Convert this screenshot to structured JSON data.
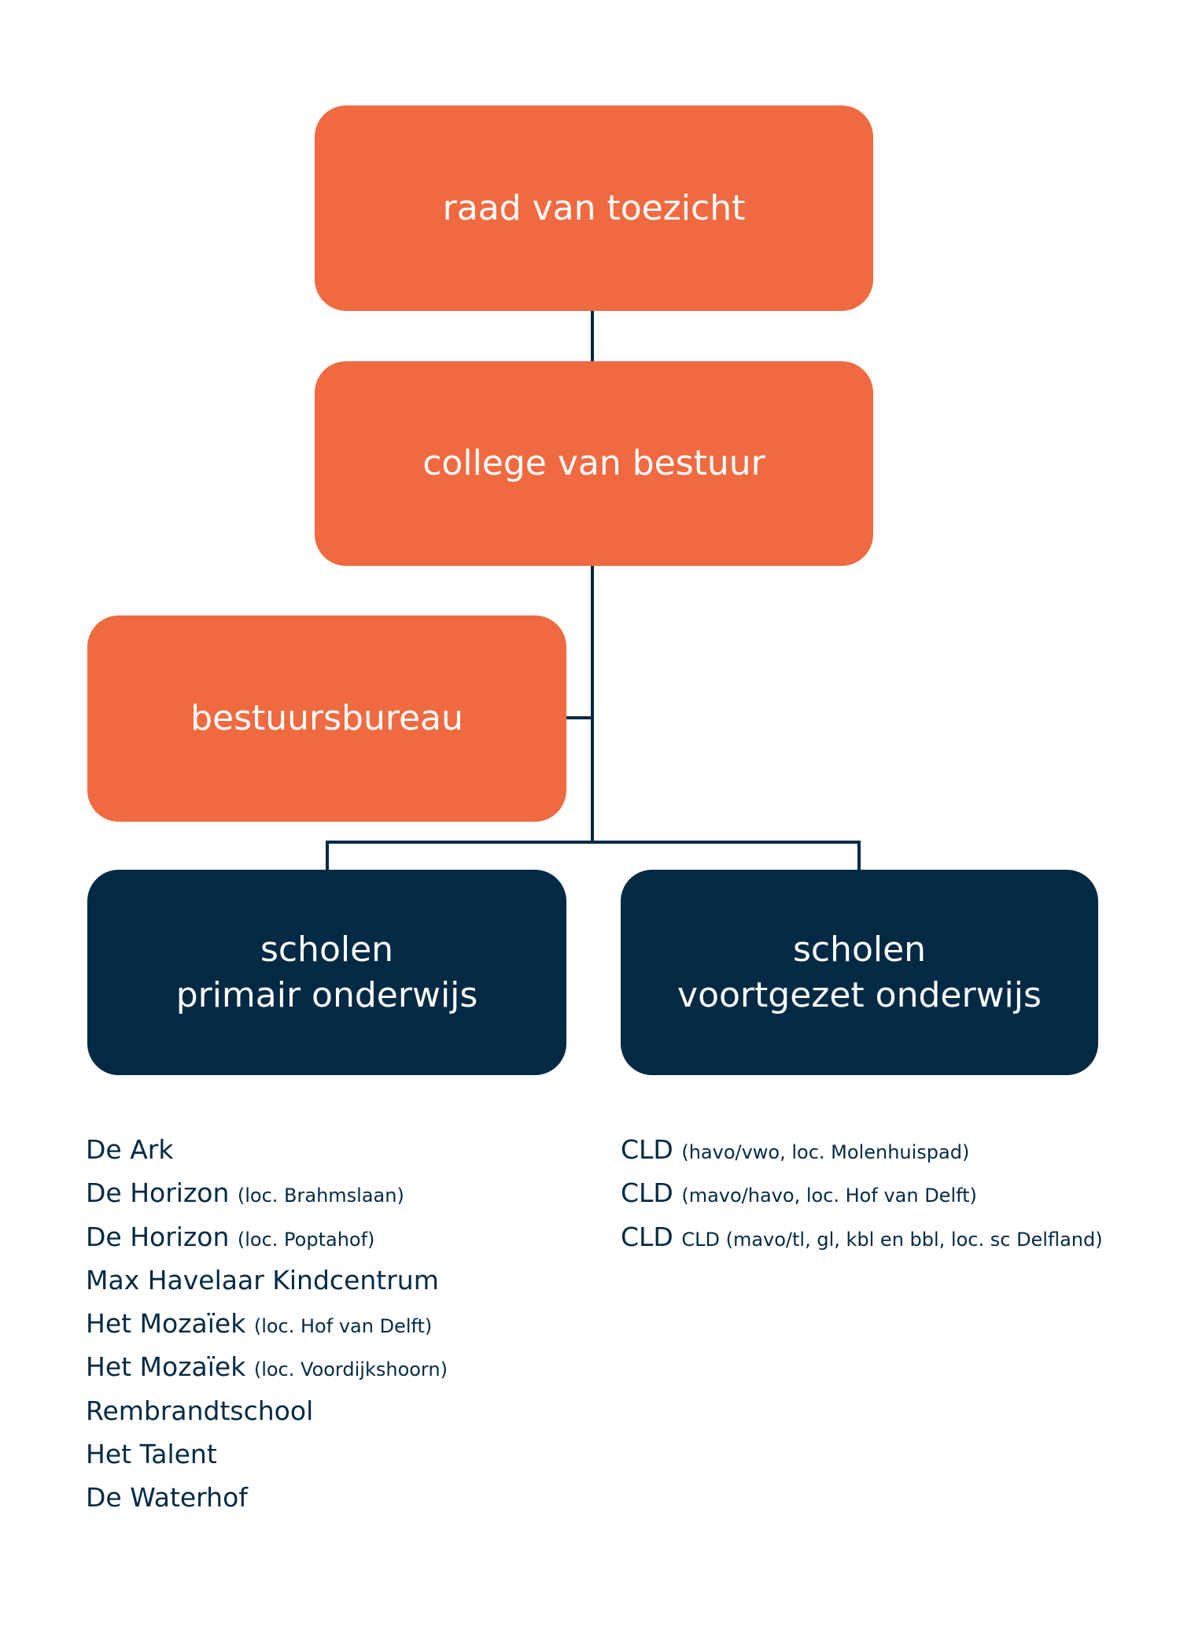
{
  "colors": {
    "accent": "#F06A41",
    "primary": "#032A44"
  },
  "nodes": {
    "raad": "raad van toezicht",
    "college": "college van bestuur",
    "bureau": "bestuursbureau",
    "po": {
      "line1": "scholen",
      "line2": "primair onderwijs"
    },
    "vo": {
      "line1": "scholen",
      "line2": "voortgezet onderwijs"
    }
  },
  "po_schools": [
    {
      "name": "De Ark",
      "detail": ""
    },
    {
      "name": "De Horizon",
      "detail": "(loc. Brahmslaan)"
    },
    {
      "name": "De Horizon",
      "detail": "(loc. Poptahof)"
    },
    {
      "name": "Max Havelaar Kindcentrum",
      "detail": ""
    },
    {
      "name": "Het Mozaïek",
      "detail": "(loc. Hof van Delft)"
    },
    {
      "name": "Het Mozaïek",
      "detail": "(loc. Voordijkshoorn)"
    },
    {
      "name": "Rembrandtschool",
      "detail": ""
    },
    {
      "name": "Het Talent",
      "detail": ""
    },
    {
      "name": "De Waterhof",
      "detail": ""
    }
  ],
  "vo_schools": [
    {
      "name": "CLD",
      "detail": "(havo/vwo, loc. Molenhuispad)"
    },
    {
      "name": "CLD",
      "detail": "(mavo/havo, loc. Hof van Delft)"
    },
    {
      "name": "CLD",
      "detail": "CLD (mavo/tl, gl, kbl en bbl, loc. sc Delfland)"
    }
  ]
}
